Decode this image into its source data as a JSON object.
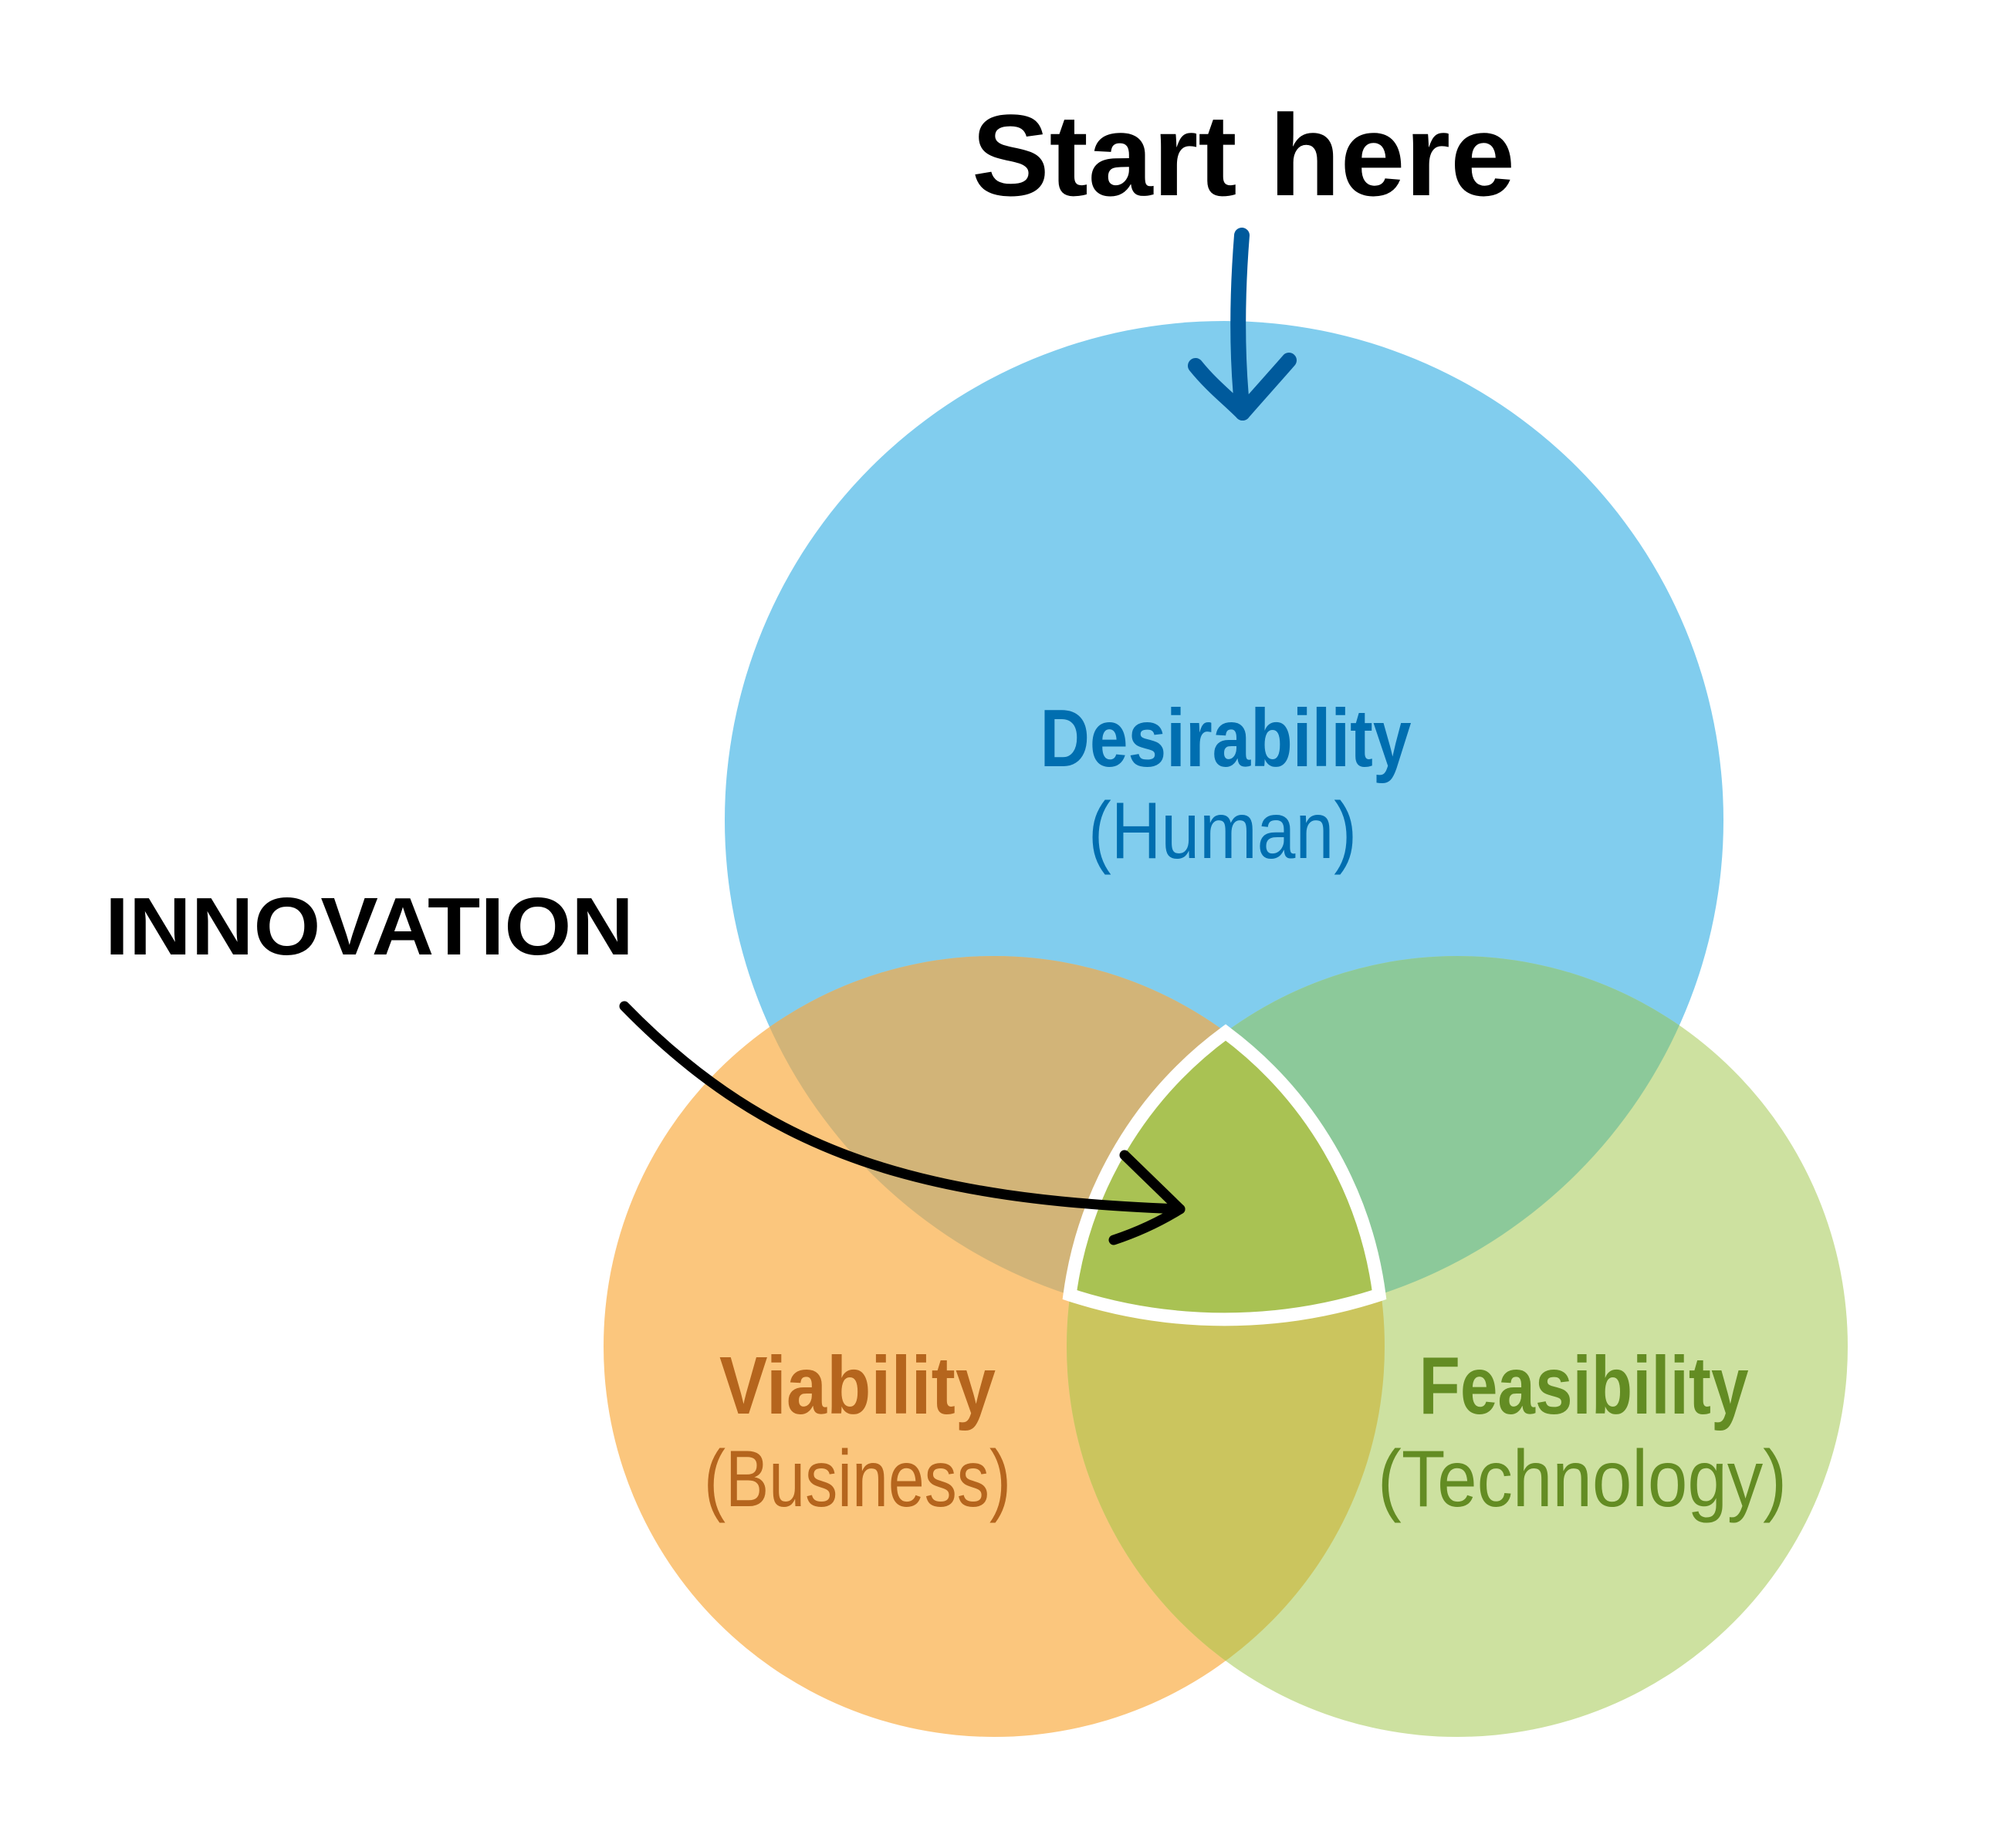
{
  "diagram": {
    "type": "three-circle venn",
    "start_label": "Start here",
    "intersection_label": "INNOVATION",
    "circles": [
      {
        "id": "desirability",
        "title": "Desirability",
        "subtitle": "(Human)",
        "fill": "#81CDEE",
        "text_color": "#006EB0"
      },
      {
        "id": "viability",
        "title": "Viability",
        "subtitle": "(Business)",
        "fill": "#FBC67D",
        "text_color": "#B5651D"
      },
      {
        "id": "feasibility",
        "title": "Feasibility",
        "subtitle": "(Technology)",
        "fill": "#CDE1A0",
        "text_color": "#638C23"
      }
    ],
    "overlap_colors": {
      "desirability_viability": "#D2B478",
      "desirability_feasibility": "#8CC99A",
      "viability_feasibility": "#CBC55E",
      "all_three": "#A9C253"
    },
    "arrow_colors": {
      "start_arrow": "#005A9C",
      "innovation_arrow": "#000000"
    },
    "highlight_outline": "#FFFFFF"
  }
}
